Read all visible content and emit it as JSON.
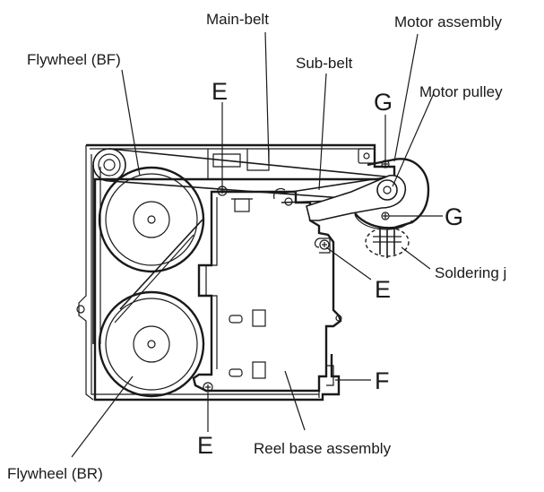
{
  "labels": {
    "main_belt": "Main-belt",
    "motor_assembly": "Motor assembly",
    "flywheel_bf": "Flywheel (BF)",
    "sub_belt": "Sub-belt",
    "motor_pulley": "Motor pulley",
    "soldering": "Soldering j",
    "reel_base": "Reel base assembly",
    "flywheel_br": "Flywheel (BR)"
  },
  "markers": {
    "e": "E",
    "f": "F",
    "g": "G"
  }
}
